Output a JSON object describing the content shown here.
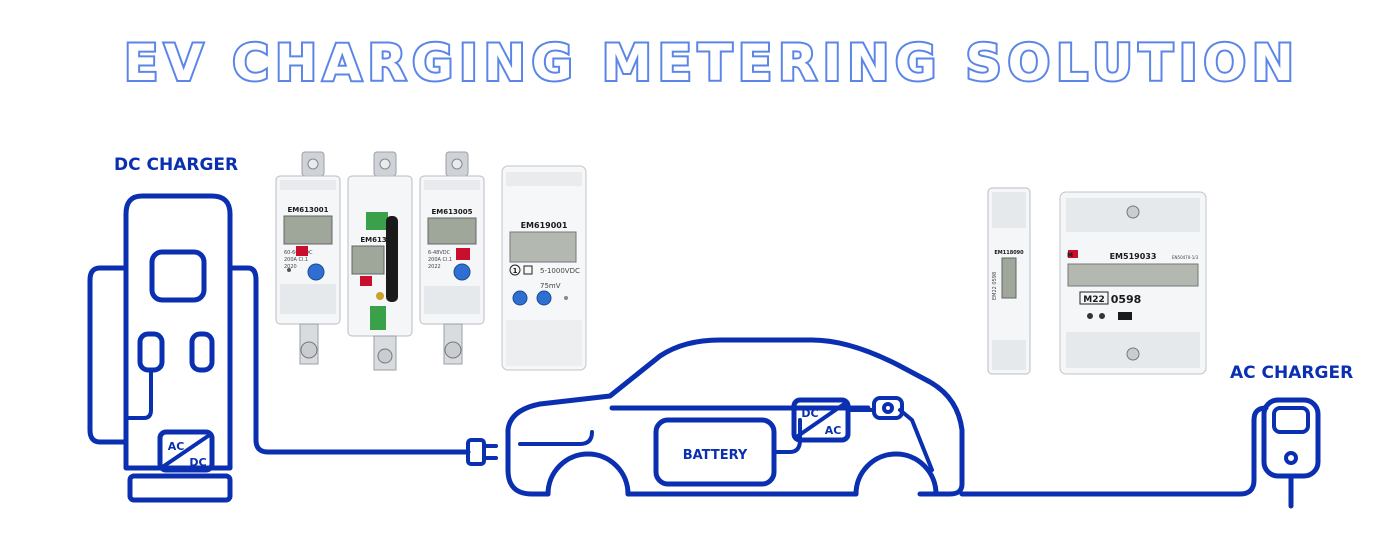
{
  "title": "EV CHARGING METERING SOLUTION",
  "labels": {
    "dc_charger": "DC CHARGER",
    "ac_charger": "AC CHARGER",
    "battery": "BATTERY",
    "acdc_top": "AC",
    "acdc_bottom": "DC",
    "dcac_top": "DC",
    "dcac_bottom": "AC"
  },
  "meters": {
    "m1": {
      "model": "EM613001",
      "spec1": "60-600VDC",
      "spec2": "200A  Cl.1",
      "spec3": "2020"
    },
    "m2": {
      "model": "EM6130"
    },
    "m3": {
      "model": "EM613005",
      "spec1": "6-48VDC",
      "spec2": "200A  Cl.1",
      "spec3": "2022"
    },
    "m4": {
      "model": "EM619001",
      "range": "5-1000VDC",
      "shunt": "75mV",
      "circle": "1"
    },
    "m5": {
      "model": "EM118090",
      "vertical": "EM22 0598"
    },
    "m6": {
      "model": "EM519033",
      "std": "EN50470-1/3",
      "mark": "M22",
      "code": "0598",
      "brand": "M"
    }
  },
  "colors": {
    "line": "#0a2fb0",
    "title_stroke": "#5b86e8"
  }
}
